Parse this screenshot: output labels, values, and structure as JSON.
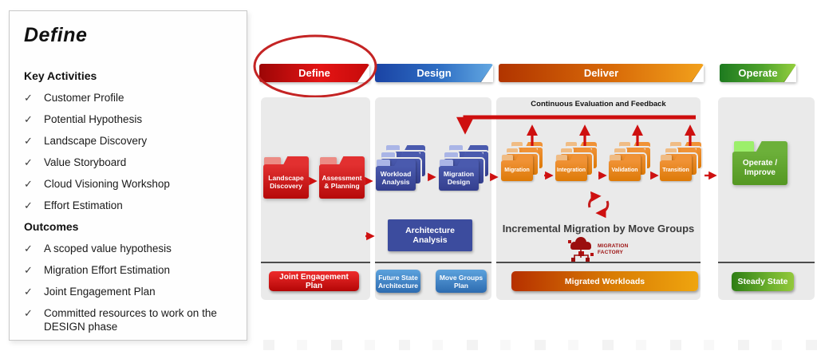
{
  "icons": {
    "check": "✓"
  },
  "panel": {
    "title": "Define",
    "key_activities": {
      "heading": "Key Activities",
      "items": [
        "Customer Profile",
        "Potential Hypothesis",
        "Landscape Discovery",
        "Value Storyboard",
        "Cloud Visioning Workshop",
        "Effort Estimation"
      ]
    },
    "outcomes": {
      "heading": "Outcomes",
      "items": [
        "A scoped value hypothesis",
        "Migration Effort Estimation",
        "Joint Engagement Plan",
        "Committed resources to work on the DESIGN phase"
      ]
    }
  },
  "diagram": {
    "ribbons": {
      "define": "Define",
      "design": "Design",
      "deliver": "Deliver",
      "operate": "Operate"
    },
    "define": {
      "folders": [
        "Landscape Discovery",
        "Assessment & Planning"
      ],
      "deliverable": "Joint Engagement Plan"
    },
    "design": {
      "folders": [
        "Workload Analysis",
        "Migration Design"
      ],
      "analysis_box": "Architecture Analysis",
      "deliverables": [
        "Future State Architecture",
        "Move Groups Plan"
      ]
    },
    "deliver": {
      "feedback_title": "Continuous Evaluation and Feedback",
      "folders": [
        "Migration",
        "Integration",
        "Validation",
        "Transition"
      ],
      "caption": "Incremental Migration by Move Groups",
      "factory_logo": {
        "line1": "MIGRATION",
        "line2": "FACTORY"
      },
      "deliverable": "Migrated Workloads"
    },
    "operate": {
      "folders": [
        "Operate / Improve"
      ],
      "deliverable": "Steady State"
    },
    "colors": {
      "phase_red": "#c60b0b",
      "phase_blue": "#2f6fc4",
      "phase_orange": "#d86a08",
      "phase_green": "#4ea22c",
      "feedback_red": "#ce0e0e",
      "panel_gray": "#eaeaea",
      "factory_dark_red": "#9b0e0e"
    }
  }
}
